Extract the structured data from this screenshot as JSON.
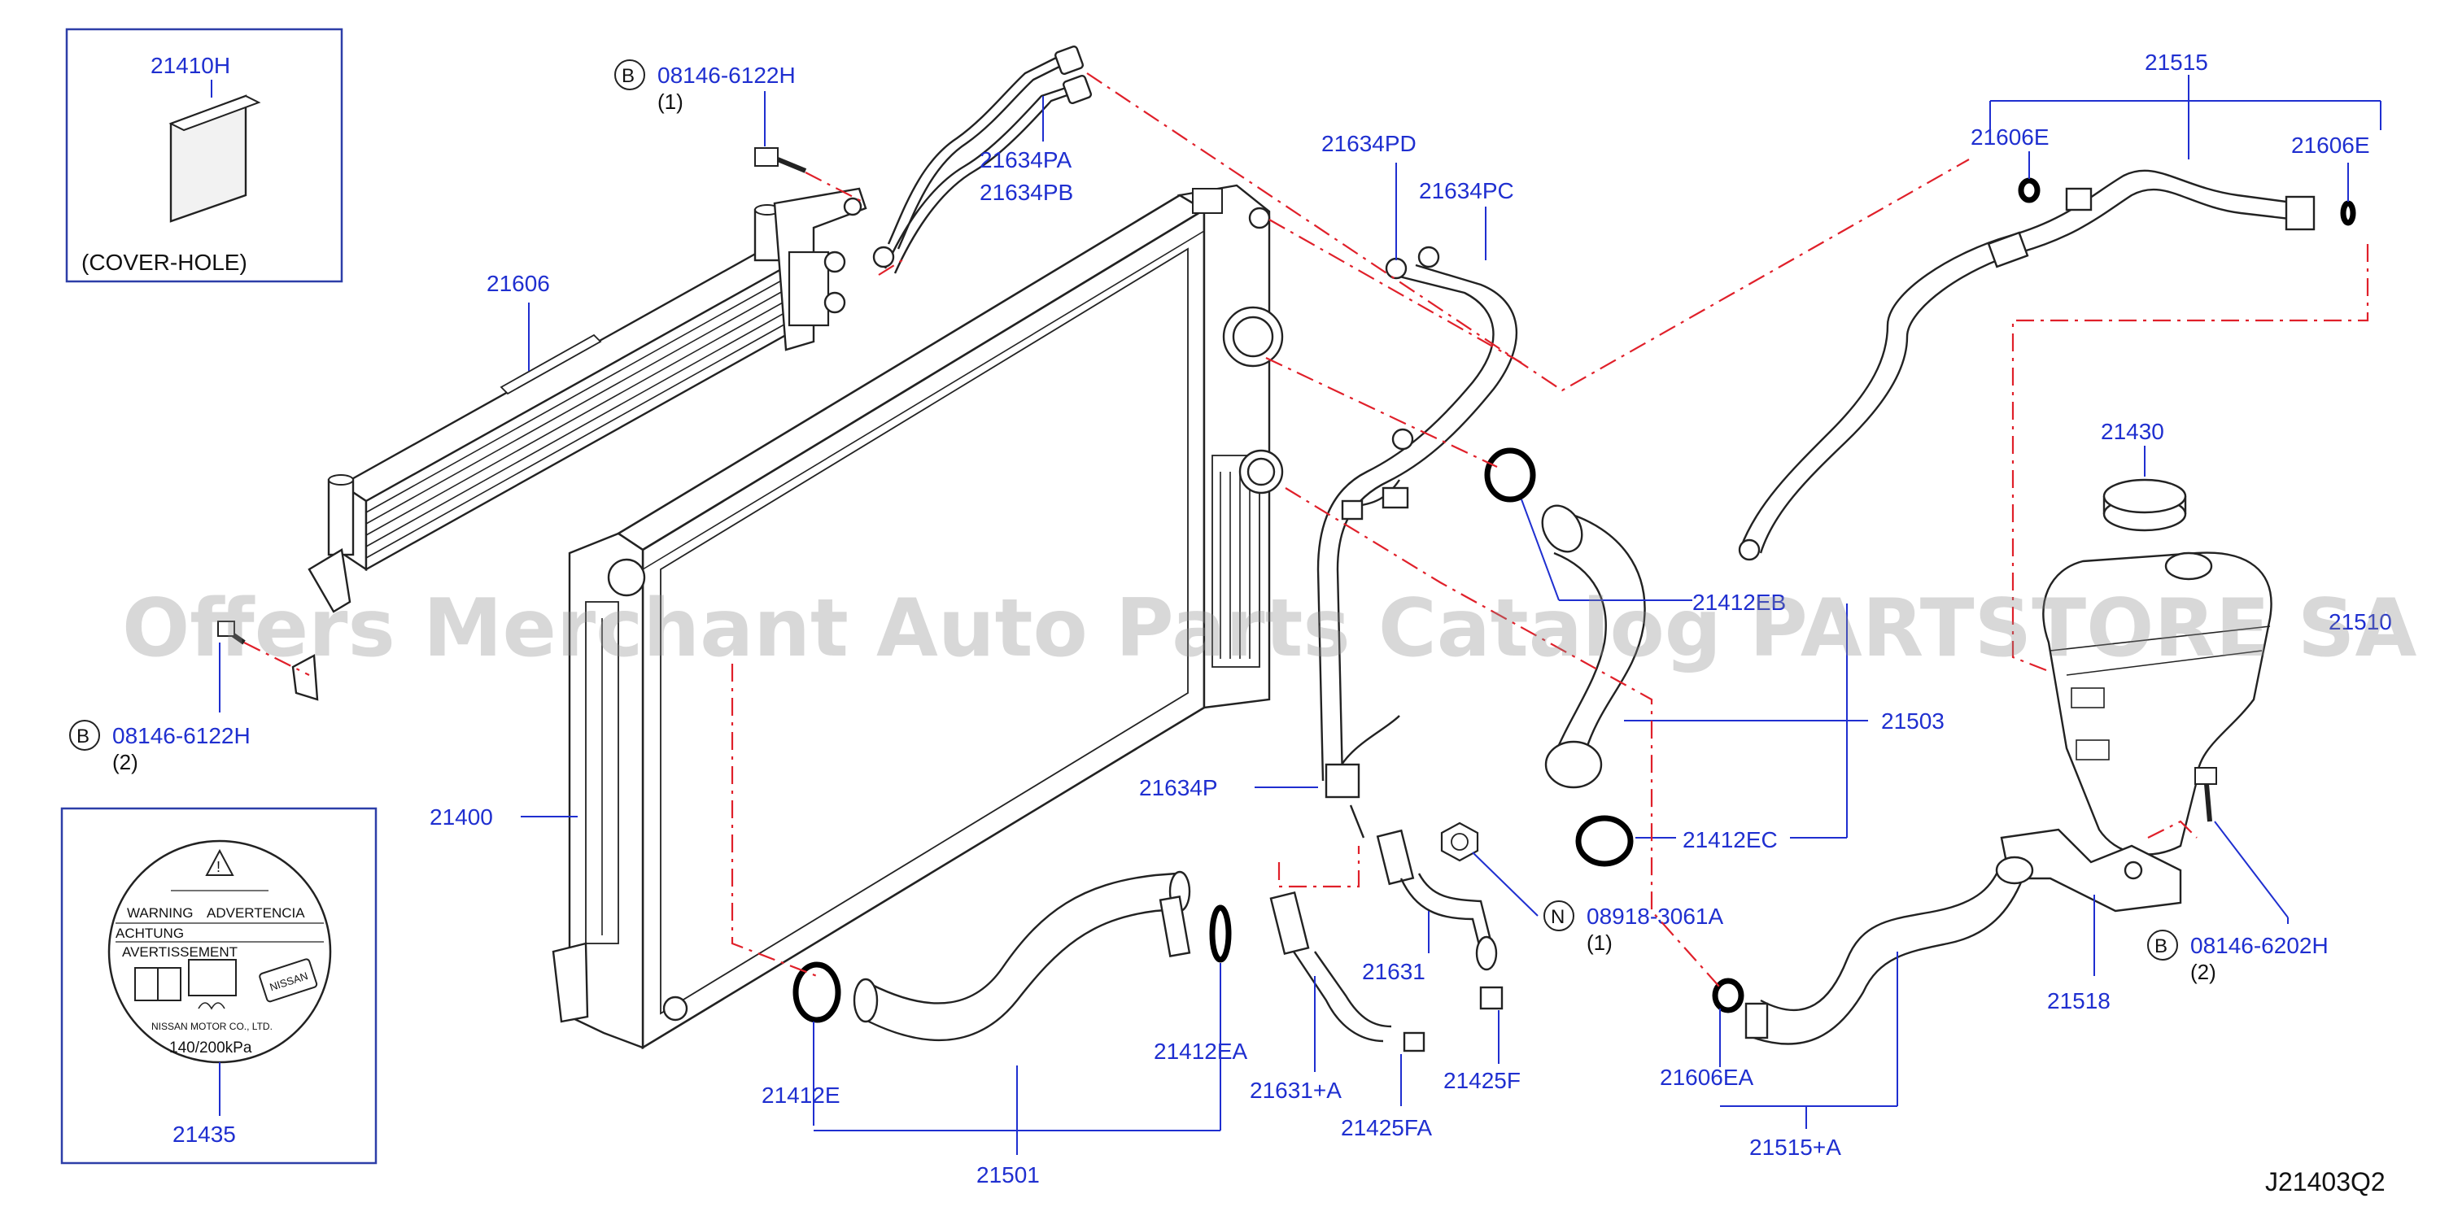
{
  "diagram_code": "J21403Q2",
  "watermark": "Offers Merchant Auto Parts Catalog PARTSTORE SA",
  "part_labels": {
    "p21410H": "21410H",
    "cover_hole": "(COVER-HOLE)",
    "p21606": "21606",
    "bolt_top_code": "B",
    "bolt_top": "08146-6122H",
    "bolt_top_qty": "(1)",
    "bolt_left_code": "B",
    "bolt_left": "08146-6122H",
    "bolt_left_qty": "(2)",
    "p21634PA": "21634PA",
    "p21634PB": "21634PB",
    "p21634PD": "21634PD",
    "p21634PC": "21634PC",
    "p21634P": "21634P",
    "p21400": "21400",
    "p21435": "21435",
    "p21412E": "21412E",
    "p21501": "21501",
    "p21412EA": "21412EA",
    "p21631A": "21631+A",
    "p21425FA": "21425FA",
    "p21631": "21631",
    "p21425F": "21425F",
    "nut_code": "N",
    "nut": "08918-3061A",
    "nut_qty": "(1)",
    "p21412EB": "21412EB",
    "p21503": "21503",
    "p21412EC": "21412EC",
    "p21515": "21515",
    "p21606E_left": "21606E",
    "p21606E_right": "21606E",
    "p21430": "21430",
    "p21510": "21510",
    "bolt_right_code": "B",
    "bolt_right": "08146-6202H",
    "bolt_right_qty": "(2)",
    "p21518": "21518",
    "p21606EA": "21606EA",
    "p21515A": "21515+A"
  },
  "cap_label": {
    "warning": "WARNING",
    "advertencia": "ADVERTENCIA",
    "achtung": "ACHTUNG",
    "avertissement": "AVERTISSEMENT",
    "nissan": "NISSAN",
    "maker": "NISSAN   MOTOR   CO.,   LTD.",
    "pressure": "140/200kPa"
  },
  "colors": {
    "callout": "#1f2fd0",
    "dash_line": "#e0202a",
    "line_art": "#222222"
  }
}
